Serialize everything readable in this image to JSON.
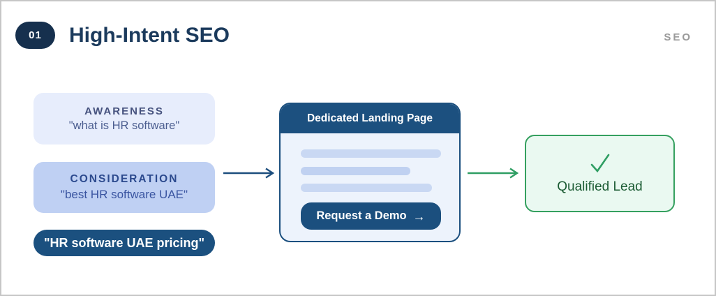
{
  "header": {
    "step_number": "01",
    "title": "High-Intent SEO",
    "tag": "SEO"
  },
  "funnel": {
    "stages": [
      {
        "label": "AWARENESS",
        "query": "\"what is HR software\""
      },
      {
        "label": "CONSIDERATION",
        "query": "\"best HR software UAE\""
      },
      {
        "query": "\"HR software UAE pricing\""
      }
    ]
  },
  "landing_page": {
    "title": "Dedicated Landing Page",
    "cta_label": "Request a Demo",
    "cta_arrow_icon": "→",
    "skeleton_line_count": 3
  },
  "result": {
    "check_icon": "✓",
    "label": "Qualified Lead"
  },
  "colors": {
    "badge_navy": "#16304E",
    "title_text": "#1B3A5C",
    "tag_gray": "#9A9A9A",
    "awareness_bg": "#E7EDFC",
    "consideration_bg": "#BFD0F3",
    "decision_bg": "#1B507F",
    "card_navy": "#1C507F",
    "card_body_bg": "#EDF3FC",
    "skeleton_blue": "#C9D8F3",
    "arrow_navy": "#1D4E7E",
    "arrow_green": "#2F9E63",
    "result_bg": "#EAF9F1",
    "result_border": "#35A05F",
    "result_text": "#1C5C34",
    "canvas_border": "#C6C6C6"
  }
}
